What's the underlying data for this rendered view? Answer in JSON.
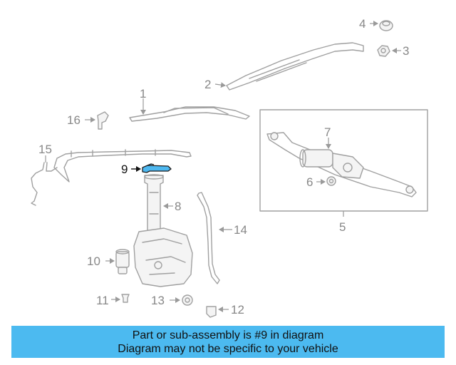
{
  "diagram": {
    "highlighted_part": "9",
    "callouts": [
      "1",
      "2",
      "3",
      "4",
      "5",
      "6",
      "7",
      "8",
      "9",
      "10",
      "11",
      "12",
      "13",
      "14",
      "15",
      "16"
    ]
  },
  "banner": {
    "line1": "Part or sub-assembly is #9 in diagram",
    "line2": "Diagram may not be specific to your vehicle",
    "background_color": "#4cbaf0"
  },
  "colors": {
    "highlight": "#4db8f0",
    "linework": "#a0a0a0"
  }
}
